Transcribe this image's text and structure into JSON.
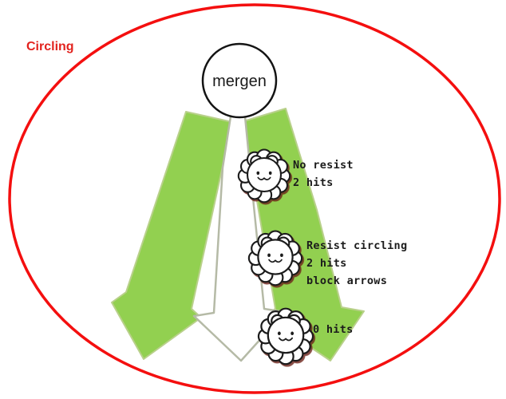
{
  "diagram_title": "Circling",
  "node": {
    "label": "mergen"
  },
  "annotations": [
    {
      "id": "no-resist",
      "lines": [
        "No resist",
        "2 hits"
      ]
    },
    {
      "id": "resist-circling",
      "lines": [
        "Resist circling",
        "2 hits",
        "block arrows"
      ]
    },
    {
      "id": "zero-hits",
      "lines": [
        "0 hits"
      ]
    }
  ],
  "characters": [
    {
      "name": "fluffy-sheep-top"
    },
    {
      "name": "fluffy-sheep-middle"
    },
    {
      "name": "fluffy-sheep-bottom"
    }
  ],
  "colors": {
    "ellipse_red": "#f40f0f",
    "title_red": "#e2231e",
    "arrow_green": "#92d050",
    "arrow_green_edge": "#b9d08b",
    "white_arrow_fill": "#ffffff",
    "white_arrow_outline": "#b5baa6",
    "text_black": "#1c1c1c"
  }
}
